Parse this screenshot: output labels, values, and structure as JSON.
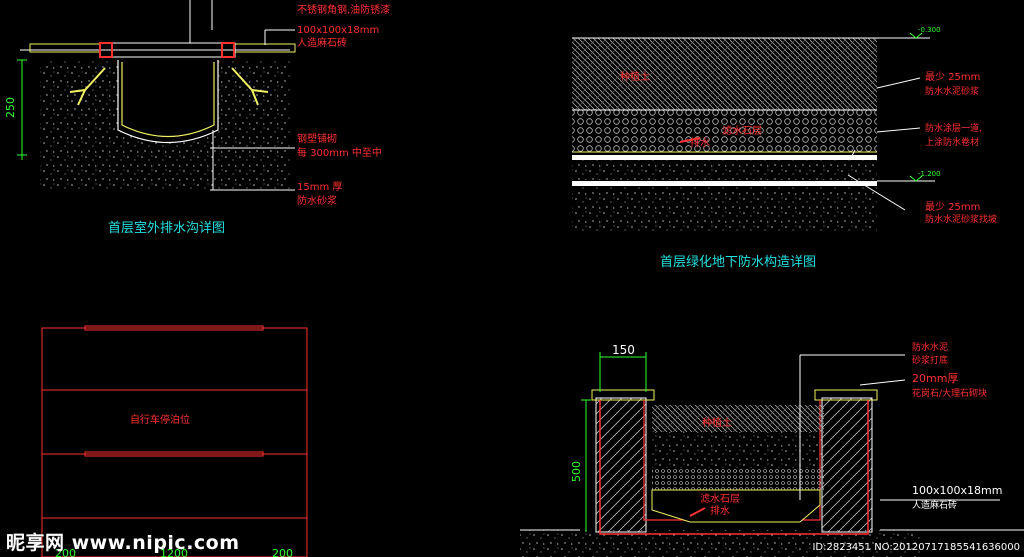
{
  "drain": {
    "title": "首层室外排水沟详图",
    "note_top1": "不锈钢角钢,油防锈漆",
    "note_top2": "100x100x18mm",
    "note_top3": "人造麻石砖",
    "note_mid1": "钢塑铺砌",
    "note_mid2": "每 300mm  中至中",
    "note_bot1": "15mm  厚",
    "note_bot2": "防水砂浆",
    "dim_height": "250"
  },
  "layers": {
    "title": "首层绿化地下防水构造详图",
    "elev_top": "-0.300",
    "elev_bottom": "-1.200",
    "label_soil": "种植土",
    "label_gravel": "滤水石层",
    "label_drain": "排水",
    "note1a": "最少 25mm",
    "note1b": "防水水泥砂浆",
    "note2a": "防水涂层一道,",
    "note2b": "上涂防水卷材",
    "note3a": "最少 25mm",
    "note3b": "防水水泥砂浆找坡"
  },
  "parking": {
    "label": "自行车停泊位",
    "dim1": "200",
    "dim2": "1200",
    "dim3": "200"
  },
  "planter": {
    "dim_top": "150",
    "dim_height": "500",
    "label_soil": "种植土",
    "label_gravel": "滤水石层",
    "label_drain": "排水",
    "note1a": "防水水泥",
    "note1b": "砂浆打底",
    "note2": "20mm厚",
    "note3": "花岗石/大理石砌块",
    "note4a": "100x100x18mm",
    "note4b": "人造麻石砖"
  },
  "watermark": {
    "logo": "昵享网 www.nipic.com",
    "id": "ID:2823451 NO:20120717185541636000"
  }
}
